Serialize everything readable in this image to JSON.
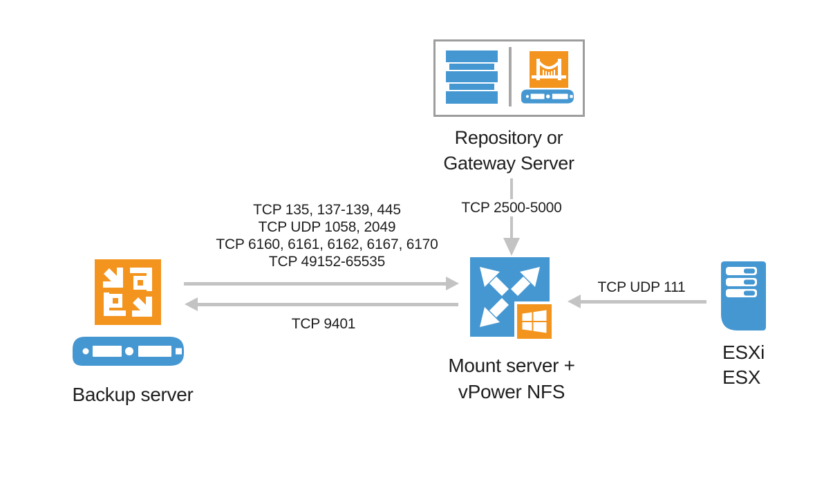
{
  "diagram": {
    "repository": {
      "line1": "Repository or",
      "line2": "Gateway Server"
    },
    "mount": {
      "line1": "Mount server +",
      "line2": "vPower NFS"
    },
    "backup": {
      "label": "Backup server"
    },
    "esxi": {
      "line1": "ESXi",
      "line2": "ESX"
    },
    "ports": {
      "repo_to_mount": "TCP 2500-5000",
      "backup_to_mount": [
        "TCP 135, 137-139, 445",
        "TCP UDP 1058, 2049",
        "TCP 6160, 6161, 6162, 6167, 6170",
        "TCP 49152-65535"
      ],
      "mount_to_backup": "TCP 9401",
      "esxi_to_mount": "TCP UDP 111"
    },
    "colors": {
      "blue": "#4597D2",
      "orange": "#F3941E",
      "arrow_gray": "#C3C3C3",
      "box_border_gray": "#9D9D9D",
      "text": "#1E1E1E"
    }
  }
}
